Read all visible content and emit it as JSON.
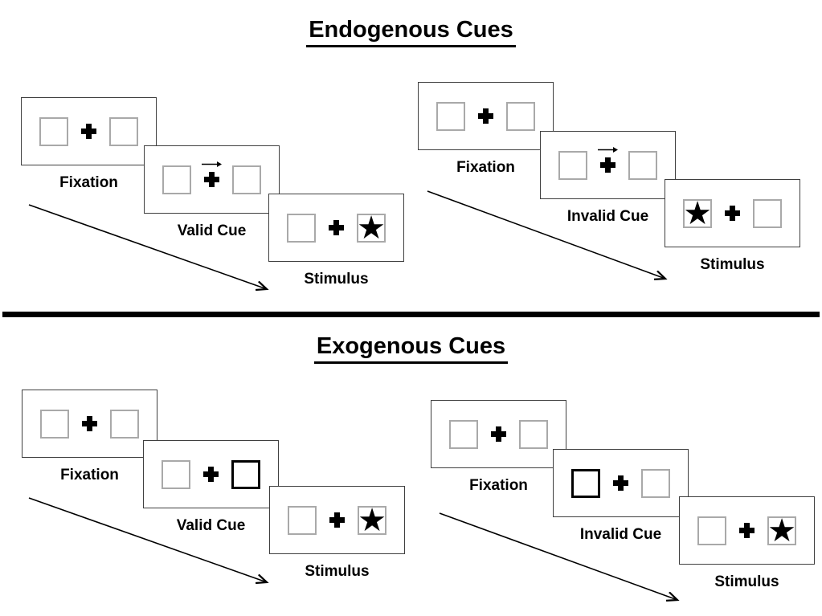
{
  "glyphs": {
    "star": "★"
  },
  "colors": {
    "background": "#ffffff",
    "ink": "#000000",
    "panel_border": "#3f3f3f",
    "box_border": "#a9a9a9",
    "bold_box_border": "#000000",
    "divider": "#000000"
  },
  "sections": [
    {
      "title": "Endogenous Cues",
      "groups": [
        {
          "name": "valid-trial",
          "panels": [
            {
              "label": "Fixation",
              "left_box": "empty",
              "right_box": "empty",
              "cue": "none"
            },
            {
              "label": "Valid Cue",
              "left_box": "empty",
              "right_box": "empty",
              "cue": "arrow-right"
            },
            {
              "label": "Stimulus",
              "left_box": "empty",
              "right_box": "star",
              "cue": "none"
            }
          ]
        },
        {
          "name": "invalid-trial",
          "panels": [
            {
              "label": "Fixation",
              "left_box": "empty",
              "right_box": "empty",
              "cue": "none"
            },
            {
              "label": "Invalid Cue",
              "left_box": "empty",
              "right_box": "empty",
              "cue": "arrow-right"
            },
            {
              "label": "Stimulus",
              "left_box": "star",
              "right_box": "empty",
              "cue": "none"
            }
          ]
        }
      ]
    },
    {
      "title": "Exogenous Cues",
      "groups": [
        {
          "name": "valid-trial",
          "panels": [
            {
              "label": "Fixation",
              "left_box": "empty",
              "right_box": "empty",
              "cue": "none"
            },
            {
              "label": "Valid Cue",
              "left_box": "empty",
              "right_box": "bold-outline",
              "cue": "box-highlight-right"
            },
            {
              "label": "Stimulus",
              "left_box": "empty",
              "right_box": "star",
              "cue": "none"
            }
          ]
        },
        {
          "name": "invalid-trial",
          "panels": [
            {
              "label": "Fixation",
              "left_box": "empty",
              "right_box": "empty",
              "cue": "none"
            },
            {
              "label": "Invalid Cue",
              "left_box": "bold-outline",
              "right_box": "empty",
              "cue": "box-highlight-left"
            },
            {
              "label": "Stimulus",
              "left_box": "empty",
              "right_box": "star",
              "cue": "none"
            }
          ]
        }
      ]
    }
  ]
}
